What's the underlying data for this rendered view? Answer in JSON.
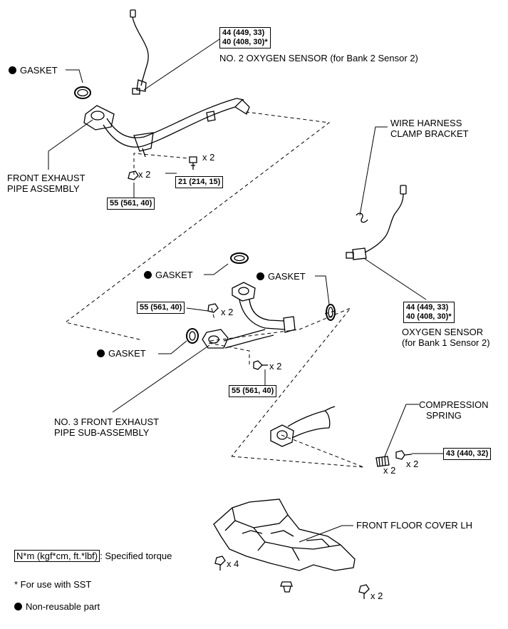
{
  "gaskets": {
    "top_left": "GASKET",
    "middle_top": "GASKET",
    "middle_right": "GASKET",
    "middle_left": "GASKET"
  },
  "parts": {
    "no2_oxygen_sensor": "NO. 2 OXYGEN SENSOR  (for Bank 2 Sensor 2)",
    "front_exhaust_pipe_line1": "FRONT EXHAUST",
    "front_exhaust_pipe_line2": "PIPE ASSEMBLY",
    "wire_harness_line1": "WIRE HARNESS",
    "wire_harness_line2": "CLAMP BRACKET",
    "oxygen_sensor_line1": "OXYGEN SENSOR",
    "oxygen_sensor_line2": "(for Bank 1 Sensor 2)",
    "no3_pipe_line1": "NO. 3 FRONT EXHAUST",
    "no3_pipe_line2": "PIPE SUB-ASSEMBLY",
    "compression_spring_line1": "COMPRESSION",
    "compression_spring_line2": "SPRING",
    "front_floor_cover": "FRONT FLOOR COVER LH"
  },
  "torques": {
    "no2_sensor_line1": "44 (449, 33)",
    "no2_sensor_line2": "40 (408, 30)*",
    "pipe_bolt": "21 (214, 15)",
    "pipe_nut": "55 (561, 40)",
    "bank1_sensor_line1": "44 (449, 33)",
    "bank1_sensor_line2": "40 (408, 30)*",
    "no3_nut": "55 (561, 40)",
    "no3_bolt": "55 (561, 40)",
    "spring_bolt": "43 (440, 32)"
  },
  "multipliers": {
    "pipe_bolt": "x 2",
    "pipe_nut": "x 2",
    "no3_nut": "x 2",
    "no3_bolt": "x 2",
    "spring": "x 2",
    "spring_bolt": "x 2",
    "cover_bolt_left": "x 4",
    "cover_bolt_right": "x 2"
  },
  "legend": {
    "torque_key": "N*m (kgf*cm, ft.*lbf)",
    "torque_text": ": Specified torque",
    "sst_note": "* For use with SST",
    "nonreusable": "Non-reusable part"
  }
}
